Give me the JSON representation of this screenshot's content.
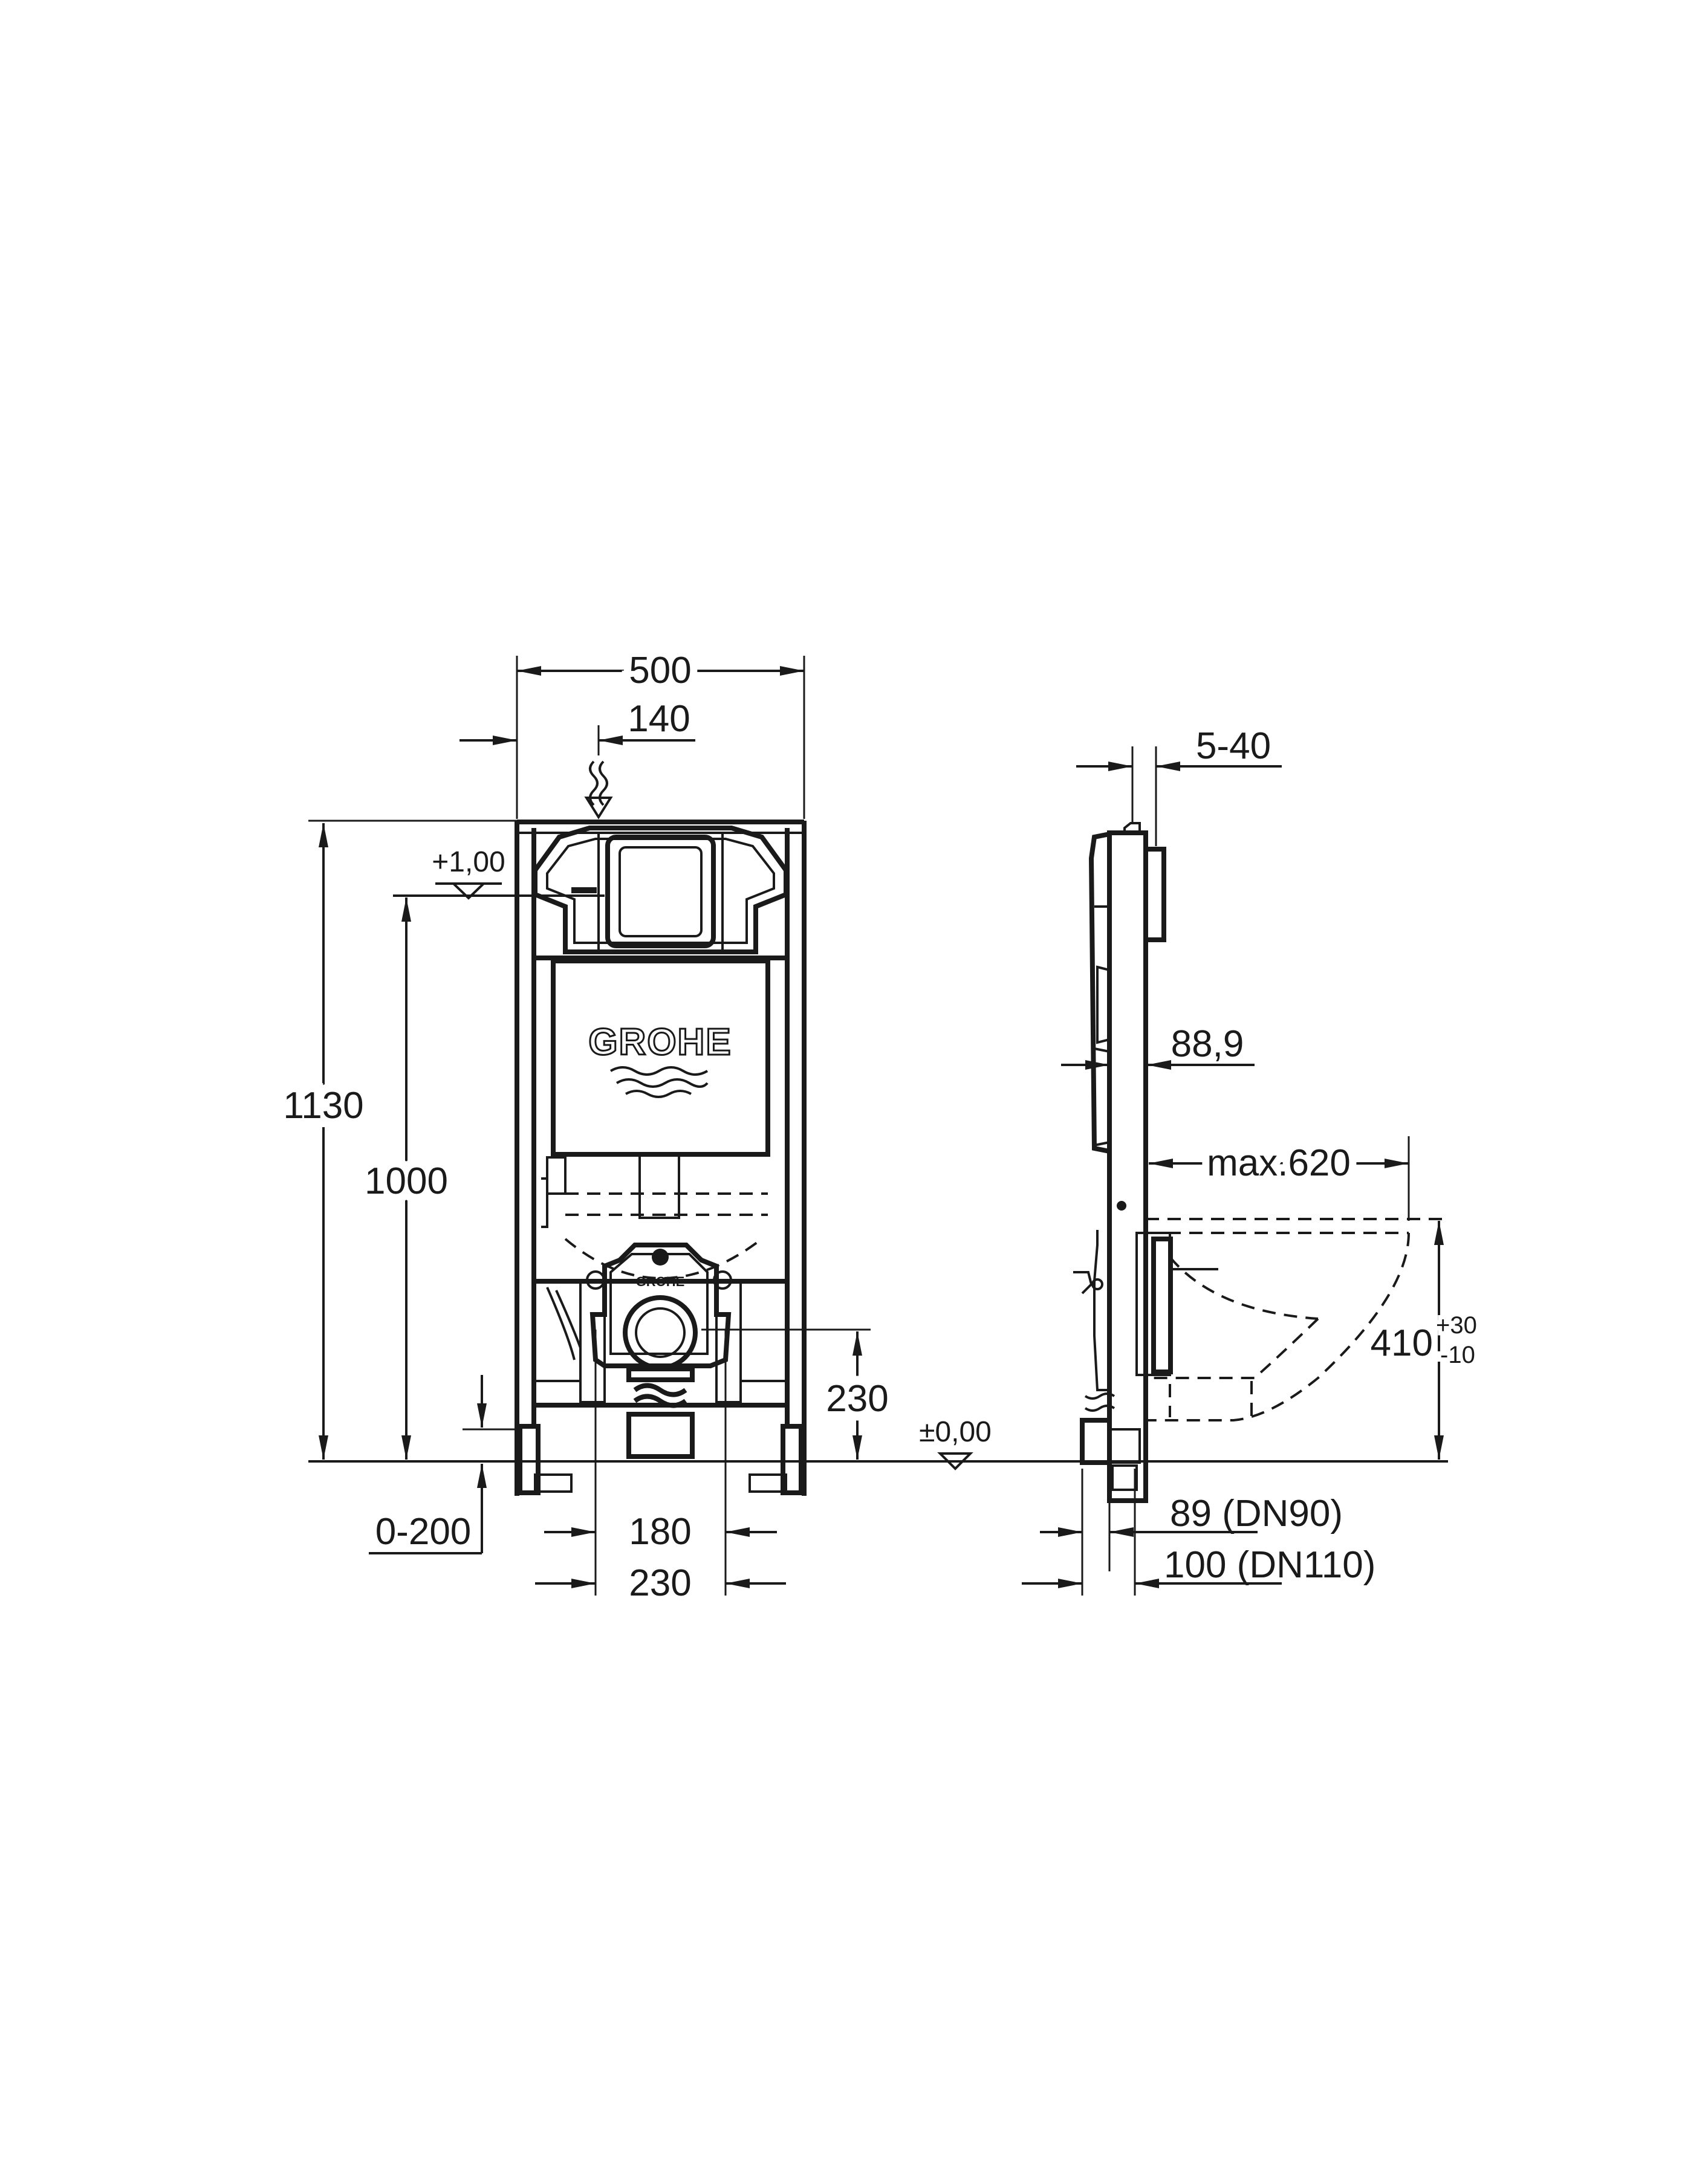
{
  "brand": "GROHE",
  "front_view": {
    "width_total": "500",
    "offset_flush": "140",
    "height_total": "1130",
    "height_actuation": "1000",
    "height_outlet": "230",
    "leg_adjust": "0-200",
    "outlet_inner": "180",
    "outlet_outer": "230",
    "level_top": "+1,00"
  },
  "side_view": {
    "wall_thickness": "5-40",
    "frame_depth": "88,9",
    "max_projection": "max.620",
    "seat_height": "410",
    "seat_height_tol_plus": "+30",
    "seat_height_tol_minus": "-10",
    "floor_level": "±0,00",
    "pipe_dn90": "89 (DN90)",
    "pipe_dn110": "100 (DN110)"
  }
}
